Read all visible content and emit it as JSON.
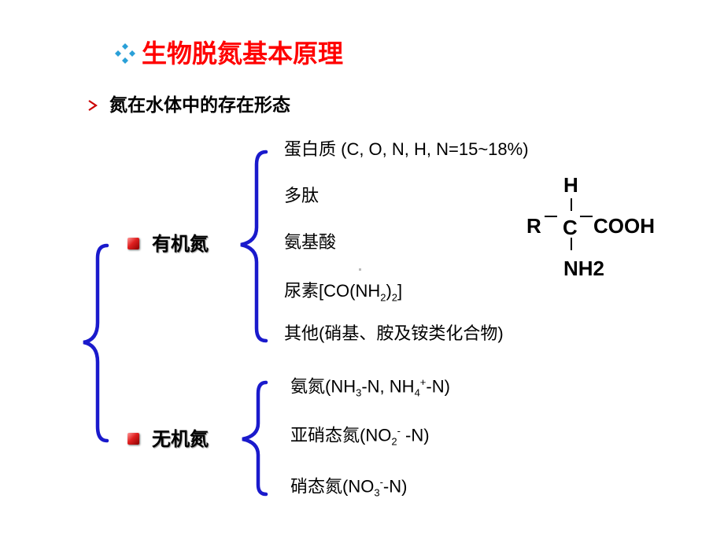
{
  "title": {
    "text": "生物脱氮基本原理",
    "icon": "diamond-bullet-icon",
    "color": "#ff0000"
  },
  "subtitle": {
    "text": "氮在水体中的存在形态",
    "icon": "arrow-bullet-icon"
  },
  "organic": {
    "label": "有机氮",
    "items": {
      "protein": "蛋白质 (C, O, N, H, N=15~18%)",
      "peptide": "多肽",
      "amino_acid": "氨基酸",
      "urea_prefix": "尿素[CO(NH",
      "urea_sub1": "2",
      "urea_mid": ")",
      "urea_sub2": "2",
      "urea_suffix": "]",
      "other": "其他(硝基、胺及铵类化合物)"
    }
  },
  "inorganic": {
    "label": "无机氮",
    "items": {
      "ammonia_prefix": "氨氮(NH",
      "ammonia_sub": "3",
      "ammonia_mid": "-N, NH",
      "ammonia_sub2": "4",
      "ammonia_sup": "+",
      "ammonia_suffix": "-N)",
      "nitrite_prefix": "亚硝态氮(NO",
      "nitrite_sub": "2",
      "nitrite_sup": "-",
      "nitrite_suffix": " -N)",
      "nitrate_prefix": "硝态氮(NO",
      "nitrate_sub": "3",
      "nitrate_sup": "-",
      "nitrate_suffix": "-N)"
    }
  },
  "formula": {
    "top": "H",
    "left": "R",
    "center": "C",
    "right": "COOH",
    "bottom": "NH2"
  },
  "colors": {
    "brace": "#1a1acc",
    "bullet": "#d02020",
    "title_icon": "#2aa0d8"
  }
}
